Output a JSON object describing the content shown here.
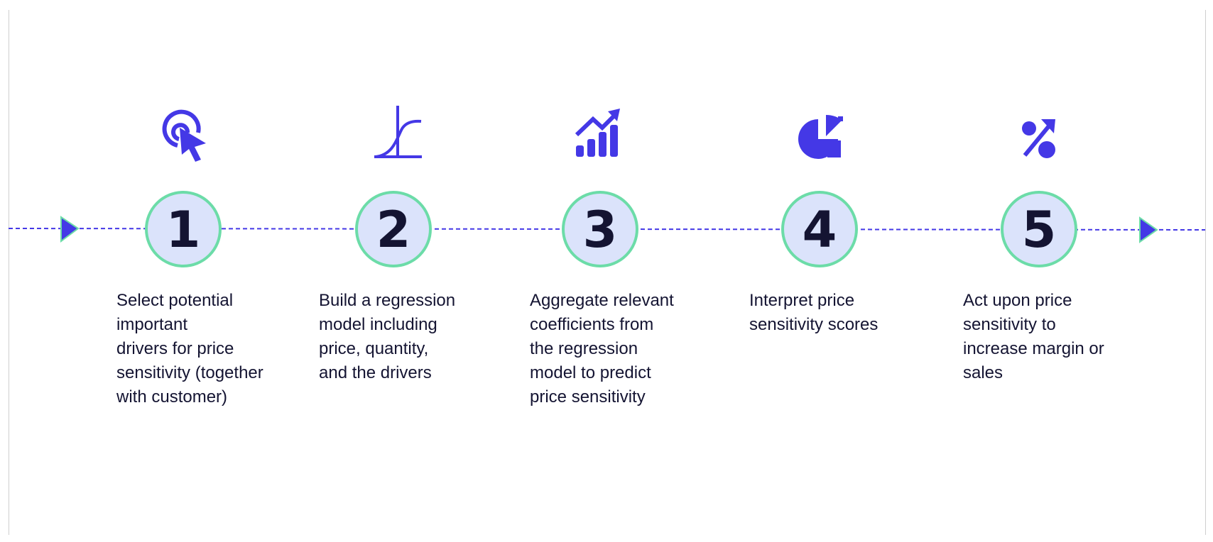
{
  "colors": {
    "accent": "#4438e6",
    "circle_fill": "#dbe3fb",
    "circle_stroke": "#6cdca8",
    "number": "#141432",
    "text": "#141432"
  },
  "steps": [
    {
      "number": "1",
      "icon": "click-target-icon",
      "lines": [
        "Select potential",
        "important",
        "drivers for price",
        "sensitivity (together",
        "with customer)"
      ]
    },
    {
      "number": "2",
      "icon": "curve-graph-icon",
      "lines": [
        "Build a regression",
        "model including",
        "price, quantity,",
        "and the drivers"
      ]
    },
    {
      "number": "3",
      "icon": "growth-chart-icon",
      "lines": [
        "Aggregate relevant",
        "coefficients from",
        "the regression",
        "model to predict",
        "price sensitivity"
      ]
    },
    {
      "number": "4",
      "icon": "pie-chart-icon",
      "lines": [
        "Interpret price",
        "sensitivity scores"
      ]
    },
    {
      "number": "5",
      "icon": "percent-icon",
      "lines": [
        "Act upon price",
        "sensitivity to",
        "increase margin or",
        "sales"
      ]
    }
  ]
}
